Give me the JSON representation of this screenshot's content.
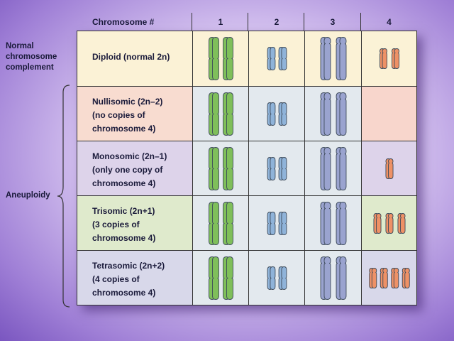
{
  "header": {
    "col0": "Chromosome #",
    "col1": "1",
    "col2": "2",
    "col3": "3",
    "col4": "4"
  },
  "side_labels": {
    "normal": [
      "Normal",
      "chromosome",
      "complement"
    ],
    "aneuploidy": "Aneuploidy"
  },
  "rows": [
    {
      "lines": [
        "Diploid (normal 2n)"
      ],
      "bg": "#fbf2d6",
      "chr4_bg": "#fbf2d6",
      "chr4_count": 2
    },
    {
      "lines": [
        "Nullisomic (2n–2)",
        "(no copies of",
        "chromosome 4)"
      ],
      "bg": "#f8dcd0",
      "chr4_bg": "#f8d6cc",
      "chr4_count": 0
    },
    {
      "lines": [
        "Monosomic (2n–1)",
        "(only one copy of",
        "chromosome 4)"
      ],
      "bg": "#ddd3ea",
      "chr4_bg": "#ddd3ea",
      "chr4_count": 1
    },
    {
      "lines": [
        "Trisomic (2n+1)",
        "(3 copies of",
        "chromosome 4)"
      ],
      "bg": "#dfeacc",
      "chr4_bg": "#dfeacc",
      "chr4_count": 3
    },
    {
      "lines": [
        "Tetrasomic (2n+2)",
        "(4 copies of",
        "chromosome 4)"
      ],
      "bg": "#d8d8ea",
      "chr4_bg": "#d8d8ea",
      "chr4_count": 4
    }
  ],
  "cell_bg": "#e3e9ee",
  "colors": {
    "chr1": "#7fbf5a",
    "chr2": "#8fb3d9",
    "chr3": "#9aa3cf",
    "chr4": "#ee9166",
    "outline": "#3d4a5a"
  }
}
